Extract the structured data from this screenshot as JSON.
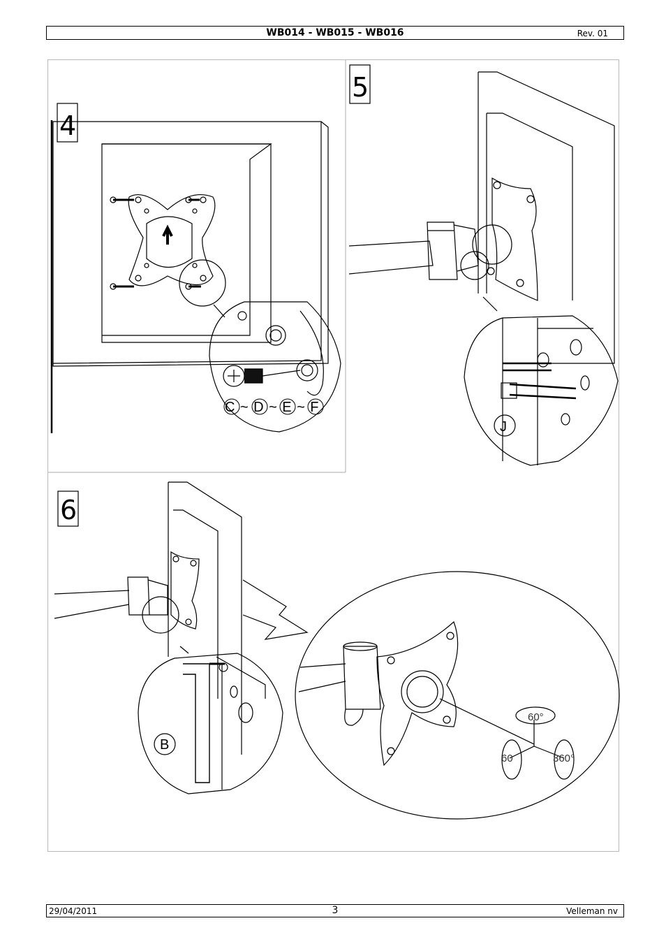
{
  "header": {
    "title": "WB014 - WB015 - WB016",
    "revision": "Rev. 01"
  },
  "footer": {
    "date": "29/04/2011",
    "page_number": "3",
    "company": "Velleman nv"
  },
  "steps": [
    {
      "number": "4",
      "callout": "C~D~E~F"
    },
    {
      "number": "5",
      "callout": "J"
    },
    {
      "number": "6",
      "callout": "B"
    }
  ],
  "rotation_angles": {
    "tilt": "60°",
    "swivel": "60",
    "rotate": "360°"
  }
}
